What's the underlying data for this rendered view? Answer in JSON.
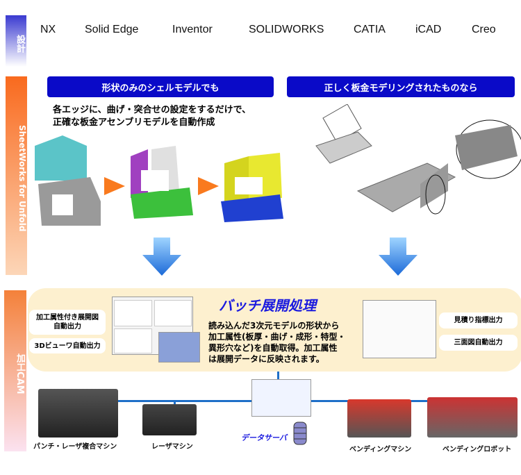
{
  "bands": {
    "design": "設計",
    "sheetworks": "SheetWorks for Unfold",
    "cam": "加工CAM"
  },
  "cad_systems": [
    "NX",
    "Solid Edge",
    "Inventor",
    "SOLIDWORKS",
    "CATIA",
    "iCAD",
    "Creo"
  ],
  "sheetworks": {
    "left_header": "形状のみのシェルモデルでも",
    "right_header": "正しく板金モデリングされたものなら",
    "description_line1": "各エッジに、曲げ・突合せの設定をするだけで、",
    "description_line2": "正確な板金アセンブリモデルを自動作成"
  },
  "cam": {
    "title": "バッチ展開処理",
    "description": [
      "読み込んだ3次元モデルの形状から",
      "加工属性(板厚・曲げ・成形・特型・",
      "異形穴など)を自動取得。加工属性",
      "は展開データに反映されます。"
    ],
    "left_labels": [
      "加工属性付き展開図\n自動出力",
      "3Dビューワ自動出力"
    ],
    "right_labels": [
      "見積り指標出力",
      "三面図自動出力"
    ],
    "data_server": "データサーバ",
    "machines": [
      "パンチ・レーザ複合マシン",
      "レーザマシン",
      "ベンディングマシン",
      "ベンディングロボット"
    ]
  },
  "colors": {
    "header_blue": "#0a0ac8",
    "orange": "#f97a2e",
    "cream": "#fdf0cf",
    "line_blue": "#1f6fc8",
    "title_blue": "#1a1adf"
  }
}
